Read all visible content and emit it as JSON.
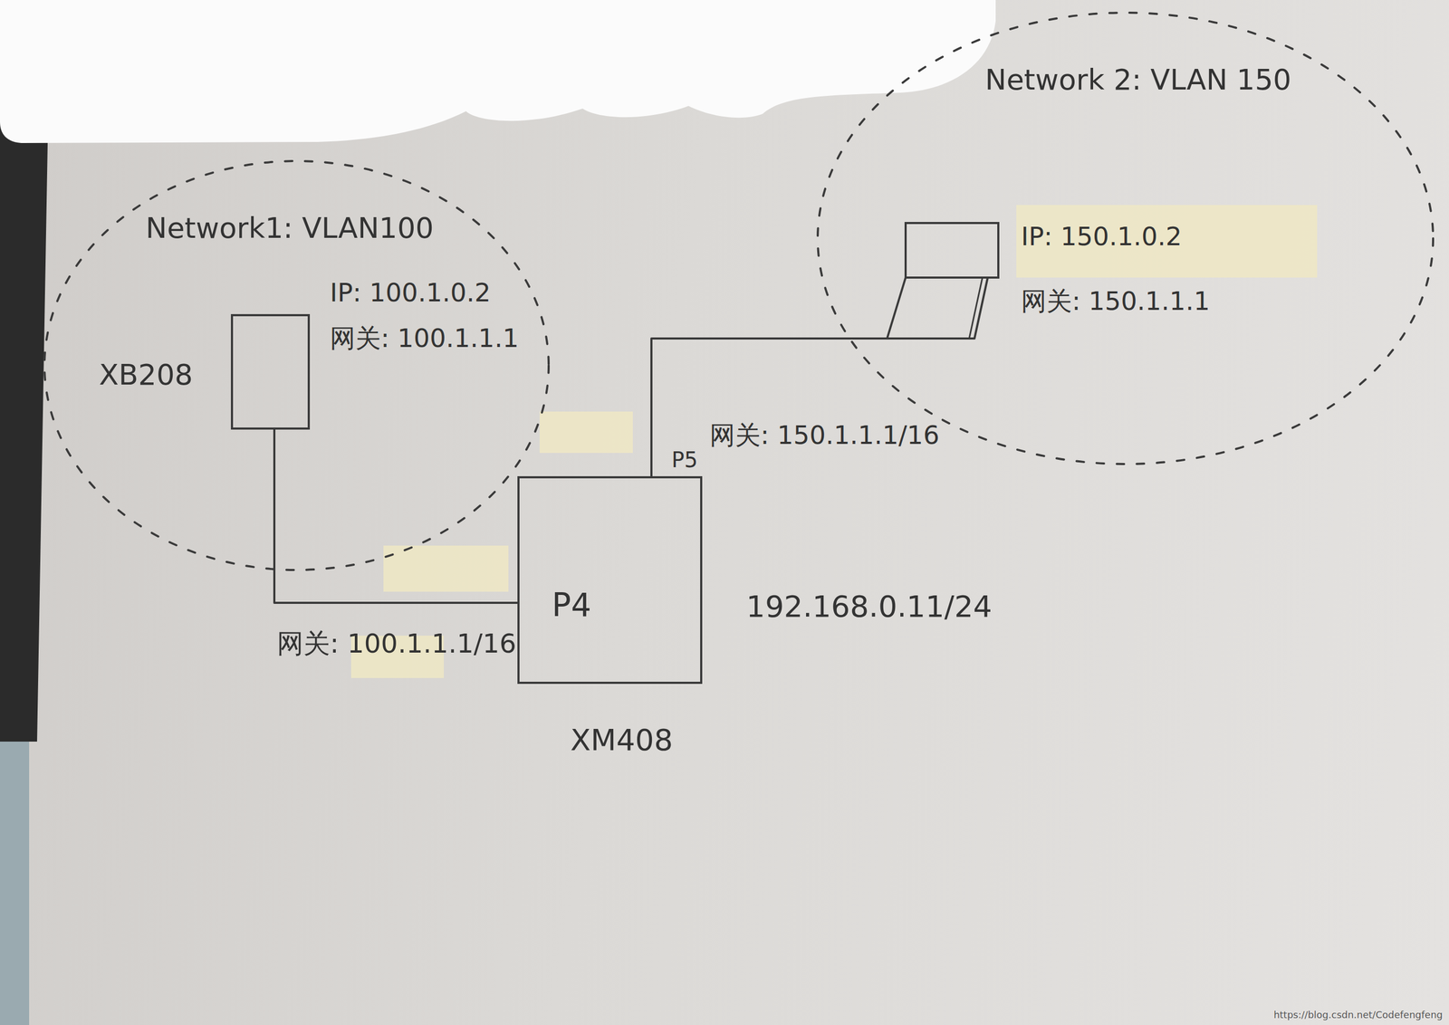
{
  "diagram": {
    "nodes": [
      {
        "text": [
          "Network1: VLAN100"
        ]
      },
      {
        "text": [
          "XB208",
          "IP: 100.1.0.2",
          "网关: 100.1.1.1"
        ],
        "in": 0
      },
      {
        "text": [
          "Network 2: VLAN 150"
        ]
      },
      {
        "text": [
          "IP: 150.1.0.2",
          "网关: 150.1.1.1"
        ],
        "in": 2
      },
      {
        "text": [
          "P4",
          "P5",
          "XM408",
          "192.168.0.11/24"
        ]
      }
    ],
    "edges": [
      {
        "from": 1,
        "to": 4,
        "arrow": "none",
        "label": "网关: 100.1.1.1/16"
      },
      {
        "from": 3,
        "to": 4,
        "arrow": "none",
        "label": "网关: 150.1.1.1/16"
      }
    ],
    "labels": [
      "https://blog.csdn.net/Codefengfeng"
    ]
  }
}
